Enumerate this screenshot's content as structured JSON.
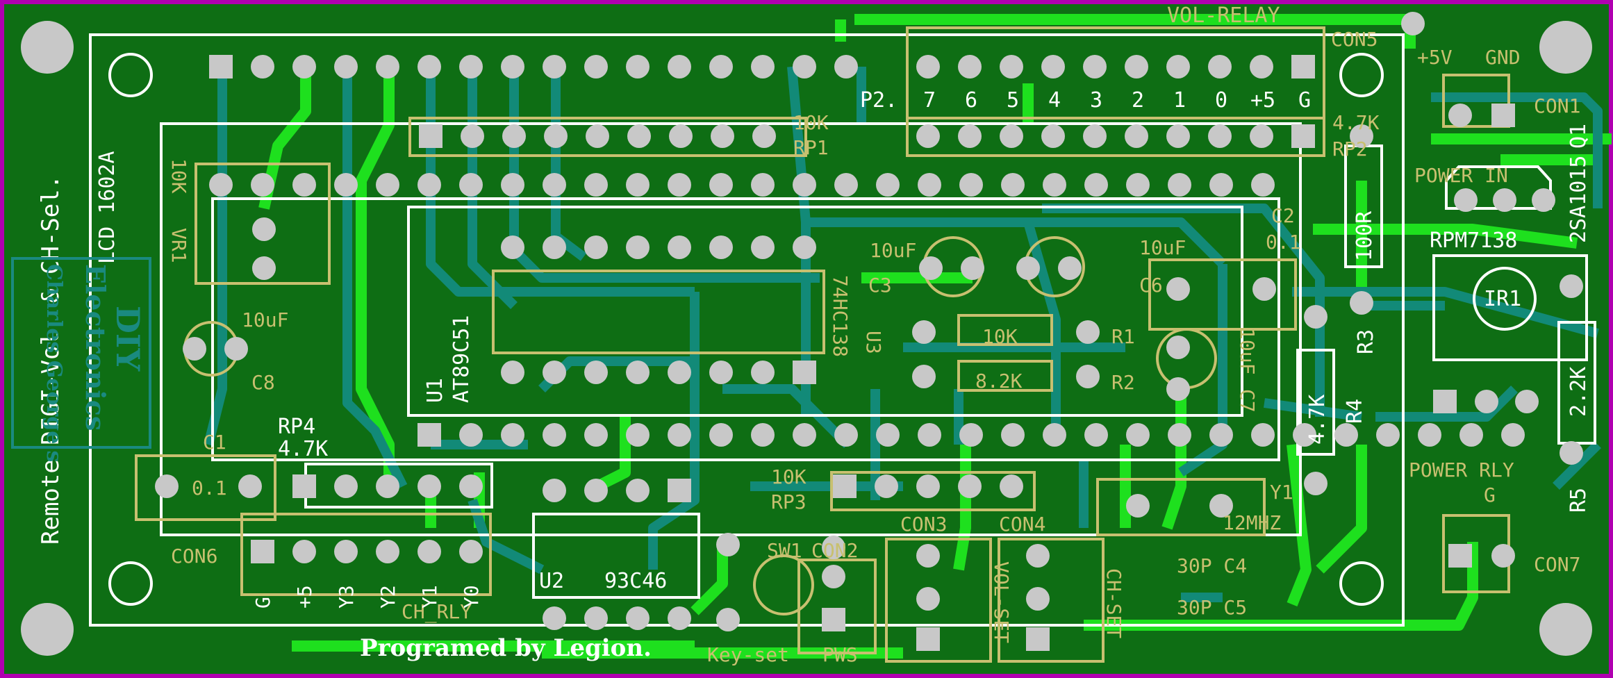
{
  "colors": {
    "board": "#0e6e14",
    "trace_light": "#1ee01e",
    "trace_teal": "#128a78",
    "silk_white": "#ffffff",
    "silk_yellow": "#c8c070",
    "pad": "#c8c8c8",
    "border": "#b000b0"
  },
  "labels": {
    "vol_relay": "VOL-RELAY",
    "con5": "CON5",
    "gnd": "GND",
    "plus5v": "+5V",
    "con1": "CON1",
    "power_in": "POWER IN",
    "q1": "Q1",
    "sa1015": "2SA1015",
    "rpm7138": "RPM7138",
    "ir1": "IR1",
    "r5": "R5",
    "r5_val": "2.2K",
    "power_rly": "POWER RLY",
    "g": "G",
    "con7": "CON7",
    "r3": "R3",
    "r3_val": "100R",
    "r4": "R4",
    "r4_val": "4.7K",
    "p2": "P2.",
    "p2_pins": [
      "7",
      "6",
      "5",
      "4",
      "3",
      "2",
      "1",
      "0",
      "+5",
      "G"
    ],
    "rp2_val": "4.7K",
    "rp2": "RP2",
    "rp1_val": "10K",
    "rp1": "RP1",
    "c2": "C2",
    "c2_val": "0.1",
    "c3": "C3",
    "c6": "C6",
    "cap_10uf": "10uF",
    "c7_val": "10uF",
    "c7": "C7",
    "r1": "R1",
    "r1_val": "10K",
    "r2": "R2",
    "r2_val": "8.2K",
    "u3_a": "74HC138",
    "u3_b": "U3",
    "u1": "U1",
    "at89c51": "AT89C51",
    "vr1": "VR1",
    "vr1_val": "10K",
    "c8": "C8",
    "c8_val": "10uF",
    "lcd": "LCD 1602A",
    "remote": "Remote DIGI-Vol. & CH-Sel.",
    "rp4": "RP4",
    "rp4_val": "4.7K",
    "c1": "C1",
    "c1_val": "0.1",
    "con6": "CON6",
    "ch_pins": [
      "G",
      "+5",
      "Y3",
      "Y2",
      "Y1",
      "Y0"
    ],
    "ch_rly": "CH_RLY",
    "u2": "U2",
    "u2_val": "93C46",
    "sw1": "SW1",
    "con2": "CON2",
    "con3": "CON3",
    "con4": "CON4",
    "rp3_val": "10K",
    "rp3": "RP3",
    "pws": "PWS",
    "key_set": "Key-set",
    "vol_set": "VOL-SET",
    "ch_set": "CH-SET",
    "y1": "Y1",
    "y1_val": "12MHZ",
    "c4": "30P C4",
    "c5": "30P C5",
    "programed": "Programed by Legion.",
    "diy_a": "DIY",
    "diy_b": "Electronics",
    "diy_c": "Charles George's"
  }
}
